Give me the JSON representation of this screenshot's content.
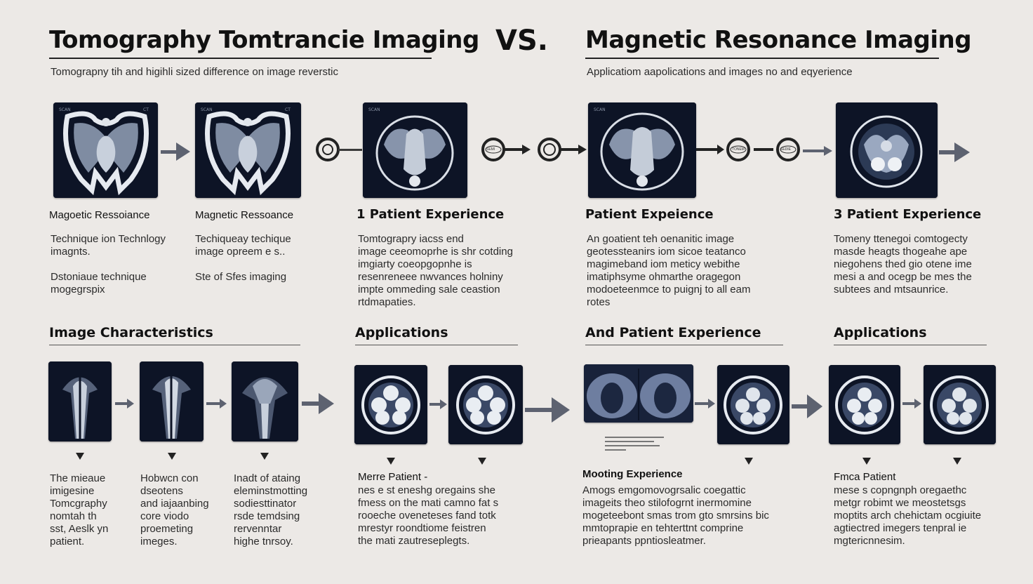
{
  "header": {
    "left_title": "Tomography Tomtrancie Imaging",
    "vs": "VS.",
    "right_title": "Magnetic Resonance Imaging",
    "left_subtitle": "Tomograpny tih and higihli sized difference on image reverstic",
    "right_subtitle": "Applicatiom aapolications and images no and eqyerience"
  },
  "top_columns": [
    {
      "heading": "Magoetic Ressoiance",
      "text": "Technique ion Technlogy\nimagnts.\n\nDstoniaue technique\nmogegrspix"
    },
    {
      "heading": "Magnetic Ressoance",
      "text": "Techiqueay techique\nimage opreem e s..\n\nSte of Sfes imaging"
    },
    {
      "heading": "1 Patient Experience",
      "text": "Tomtograpry iacss end\nimage ceeomoprhe is shr cotding\nimgiarty coeopgopnhe is\nresenreneee nwvances holniny\nimpte ommeding sale ceastion\nrtdmapaties."
    },
    {
      "heading": "Patient Expeience",
      "text": "An goatient teh oenanitic image\ngeotessteanirs iom sicoe teatanco\nmagimeband iom meticy webithe\nimatiphsyme ohmarthe oragegon\nmodoeteenmce to puignj to all eam\nrotes"
    },
    {
      "heading": "3 Patient Experience",
      "text": "Tomeny ttenegoi comtogecty\nmasde heagts thogeahe ape\nniegohens thed gio otene ime\nmesi a and ocegp be mes the\nsubtees and mtsaunrice."
    }
  ],
  "scan_labels": {
    "ring1": "",
    "ring2": "SEMI",
    "ring3": "",
    "ring4": "TONEM",
    "ring5": "SEDIE"
  },
  "sections": {
    "image_characteristics": "Image Characteristics",
    "applications_left": "Applications",
    "and_patient_experience": "And Patient Experience",
    "applications_right": "Applications"
  },
  "bottom_columns": [
    {
      "heading": "",
      "text": "The mieaue\nimigesine\nTomcgraphy\nnomtah th\nsst, Aeslk yn\npatient."
    },
    {
      "heading": "",
      "text": "Hobwcn con\ndseotens\nand iajaanbing\ncore viodo\nproemeting\nimeges."
    },
    {
      "heading": "",
      "text": "Inadt of ataing\neleminstmotting\nsodiesttinator\nrsde temdsing\nrervenntar\nhighe tnrsoy."
    },
    {
      "heading": "Merre Patient -",
      "text": "nes e st eneshg oregains she\nfmess on the mati camno fat s\nrooeche oveneteses  fand totk\nmrestyr roondtiome feistren\nthe mati zautreseplegts."
    },
    {
      "heading": "Mooting Experience",
      "text": "Amogs emgomovogrsalic coegattic\nimageits theo stilofogrnt inermomine\nmogeteebont smas  trom gto smrsins bic\nmmtoprapie en tehterttnt comprine\nprieapants ppntiosleatmer."
    },
    {
      "heading": "Fmca Patient",
      "text": "mese s copngnph oregaethc\nmetgr robimt we meostetsgs\nmoptits arch chehictam ocgiuite\nagtiectred imegers tenpral ie\nmgtericnnesim."
    }
  ],
  "colors": {
    "background": "#ece9e6",
    "scan_bg": "#0d1426",
    "arrow": "#5d6270",
    "text": "#1c1c1c"
  }
}
